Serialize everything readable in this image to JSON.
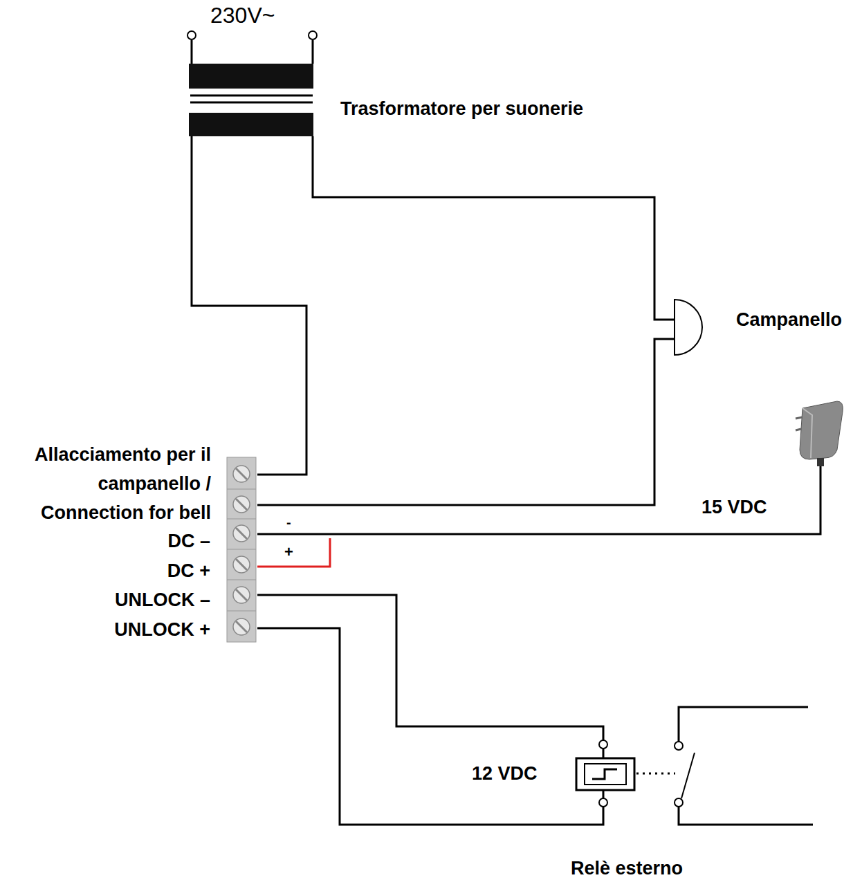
{
  "diagram": {
    "labels": [
      "230V~",
      "Trasformatore per suonerie",
      "Campanello",
      "Allacciamento per il campanello / Connection for bell",
      "DC –",
      "DC +",
      "UNLOCK –",
      "UNLOCK +",
      "-",
      "+",
      "15 VDC",
      "12 VDC",
      "Relè esterno"
    ]
  }
}
